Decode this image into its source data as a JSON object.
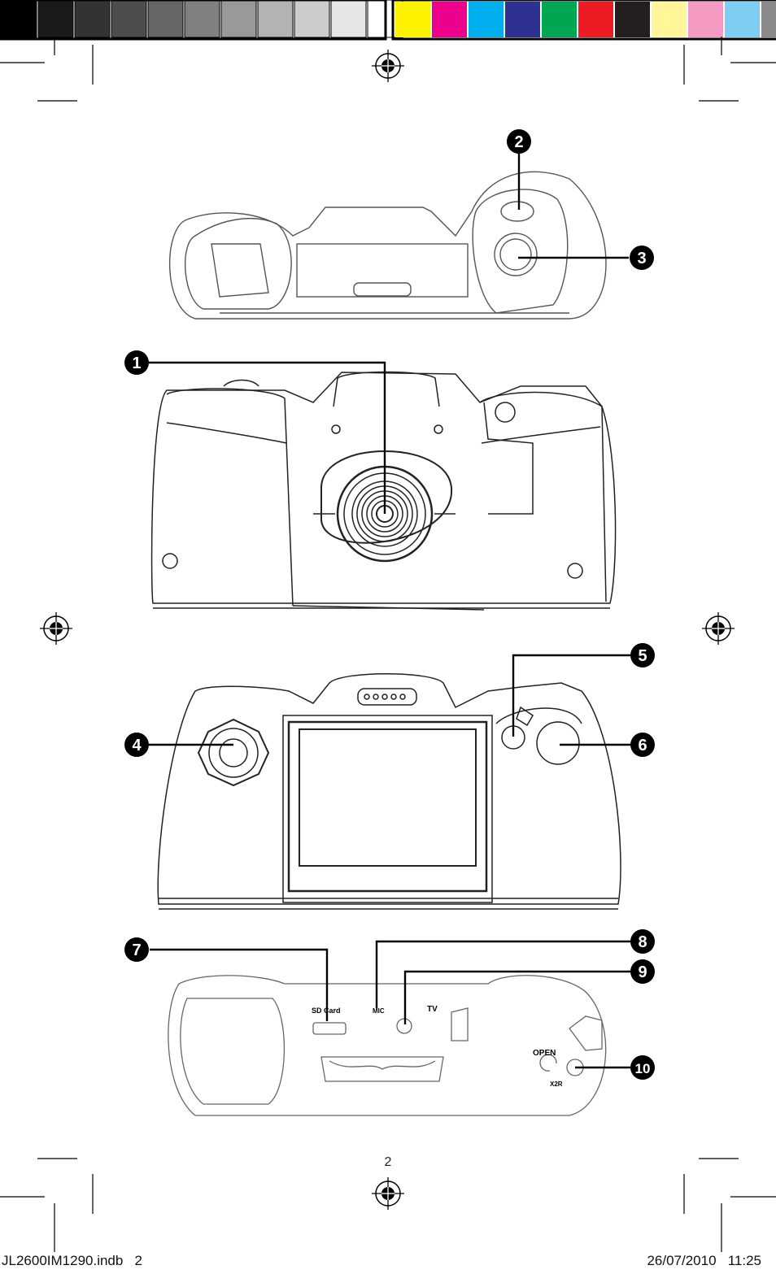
{
  "colors": {
    "gray_bar": [
      "#000000",
      "#1a1a1a",
      "#333333",
      "#4d4d4d",
      "#666666",
      "#808080",
      "#999999",
      "#b3b3b3",
      "#cccccc",
      "#e6e6e6",
      "#ffffff"
    ],
    "color_bar": [
      "#fff200",
      "#ec008c",
      "#00aeef",
      "#2e3192",
      "#00a651",
      "#ed1c24",
      "#231f20",
      "#fff799",
      "#f49ac1",
      "#7ecef4",
      "#8a8a8a"
    ]
  },
  "callouts": [
    "1",
    "2",
    "3",
    "4",
    "5",
    "6",
    "7",
    "8",
    "9",
    "10"
  ],
  "device_labels": {
    "sd_card": "SD Card",
    "mic": "MIC",
    "tv": "TV",
    "open": "OPEN",
    "x2r": "X2R"
  },
  "page_number": "2",
  "slug": {
    "file": "JL2600IM1290.indb   2",
    "date": "26/07/2010   11:25"
  }
}
